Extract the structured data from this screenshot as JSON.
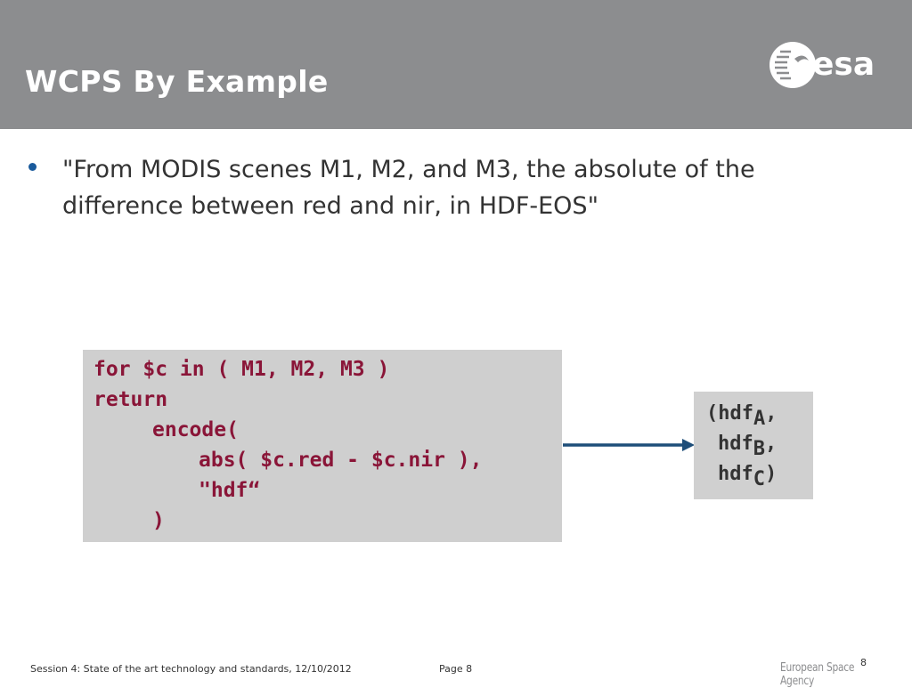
{
  "slide": {
    "title": "WCPS By Example",
    "logo_text": "esa",
    "bullet": "\"From MODIS scenes M1, M2, and M3, the absolute of the difference between red and nir, in HDF-EOS\""
  },
  "code": {
    "lines": [
      "for $c in ( M1, M2, M3 )",
      "return",
      "encode(",
      "abs( $c.red - $c.nir ),",
      "\"hdf“",
      ")"
    ]
  },
  "result": {
    "line1_prefix": "(hdf",
    "line1_sub": "A",
    "line1_suffix": ",",
    "line2_prefix": "hdf",
    "line2_sub": "B",
    "line2_suffix": ",",
    "line3_prefix": "hdf",
    "line3_sub": "C",
    "line3_suffix": ")"
  },
  "footer": {
    "session": "Session 4: State of the art technology and standards, 12/10/2012",
    "page": "Page 8",
    "slide_number": "8",
    "agency": "European Space Agency"
  },
  "colors": {
    "header_bg": "#8c8d8f",
    "bullet": "#1a5b9c",
    "code_text": "#8a1538",
    "arrow": "#1e4e79",
    "code_bg": "#cfcfcf"
  }
}
